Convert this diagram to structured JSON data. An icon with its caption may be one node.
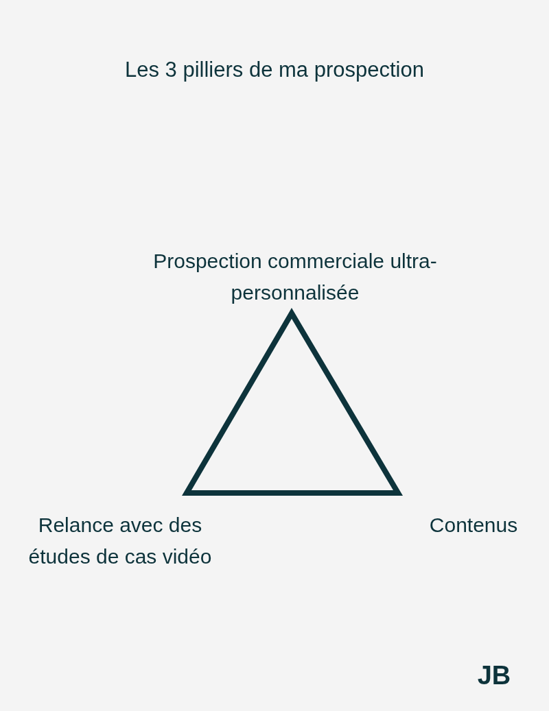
{
  "diagram": {
    "title": "Les 3 pilliers de ma prospection",
    "nodes": [
      {
        "text": [],
        "shape": "triangle",
        "beside": [
          "Prospection commerciale ultra-personnalisée",
          "Relance avec des études de cas vidéo",
          "Contenus"
        ]
      }
    ],
    "labels": [
      "JB"
    ]
  }
}
